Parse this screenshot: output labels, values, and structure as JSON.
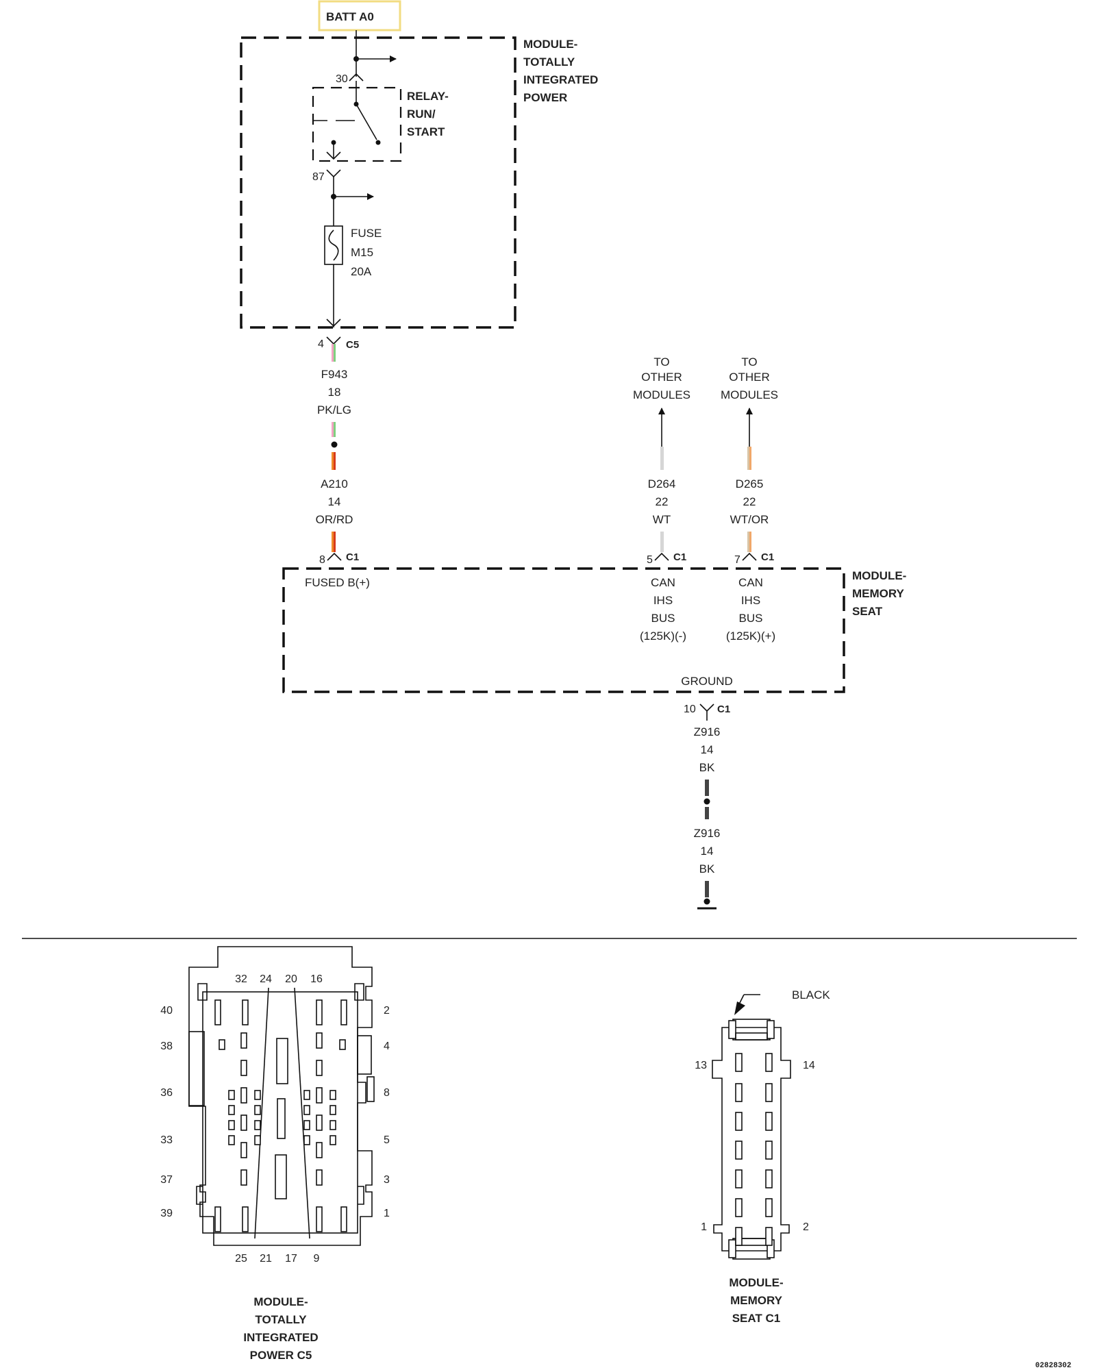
{
  "power_source": {
    "label": "BATT A0",
    "highlight_color": "#f2dc82"
  },
  "tipm": {
    "title_lines": [
      "MODULE-",
      "TOTALLY",
      "INTEGRATED",
      "POWER"
    ],
    "relay_lines": [
      "RELAY-",
      "RUN/",
      "START"
    ],
    "relay_pin_in": "30",
    "relay_pin_out": "87",
    "fuse_lines": [
      "FUSE",
      "M15",
      "20A"
    ],
    "connector": {
      "pin": "4",
      "name": "C5"
    }
  },
  "wires": {
    "f943": {
      "circuit": "F943",
      "gauge": "18",
      "color_code": "PK/LG",
      "colors": [
        "#f2a3c3",
        "#7fd07f"
      ]
    },
    "a210": {
      "circuit": "A210",
      "gauge": "14",
      "color_code": "OR/RD",
      "colors": [
        "#f08a2a",
        "#d83a1a"
      ]
    },
    "d264": {
      "circuit": "D264",
      "gauge": "22",
      "color_code": "WT",
      "colors": [
        "#d6d6d6"
      ]
    },
    "d265": {
      "circuit": "D265",
      "gauge": "22",
      "color_code": "WT/OR",
      "colors": [
        "#d9c4a6",
        "#f0a86a"
      ]
    },
    "z916_upper": {
      "circuit": "Z916",
      "gauge": "14",
      "color_code": "BK",
      "colors": [
        "#444444"
      ]
    },
    "z916_lower": {
      "circuit": "Z916",
      "gauge": "14",
      "color_code": "BK",
      "colors": [
        "#444444"
      ]
    }
  },
  "to_other_modules": [
    "TO",
    "OTHER",
    "MODULES"
  ],
  "memory_seat": {
    "title_lines": [
      "MODULE-",
      "MEMORY",
      "SEAT"
    ],
    "fused_label": "FUSED B(+)",
    "can_minus_lines": [
      "CAN",
      "IHS",
      "BUS",
      "(125K)(-)"
    ],
    "can_plus_lines": [
      "CAN",
      "IHS",
      "BUS",
      "(125K)(+)"
    ],
    "ground_label": "GROUND",
    "pins": {
      "fused": {
        "pin": "8",
        "name": "C1"
      },
      "can_minus": {
        "pin": "5",
        "name": "C1"
      },
      "can_plus": {
        "pin": "7",
        "name": "C1"
      },
      "ground": {
        "pin": "10",
        "name": "C1"
      }
    }
  },
  "tipm_c5_view": {
    "pin_labels_top": [
      "32",
      "24",
      "20",
      "16"
    ],
    "pin_labels_bottom": [
      "25",
      "21",
      "17",
      "9"
    ],
    "pin_labels_left": [
      "40",
      "38",
      "36",
      "33",
      "37",
      "39"
    ],
    "pin_labels_right": [
      "2",
      "4",
      "8",
      "5",
      "3",
      "1"
    ],
    "caption_lines": [
      "MODULE-",
      "TOTALLY",
      "INTEGRATED",
      "POWER C5"
    ]
  },
  "memory_seat_c1_view": {
    "color_label": "BLACK",
    "pin_labels": {
      "top_left": "13",
      "top_right": "14",
      "bottom_left": "1",
      "bottom_right": "2"
    },
    "caption_lines": [
      "MODULE-",
      "MEMORY",
      "SEAT C1"
    ]
  },
  "figure_code": "02828302"
}
